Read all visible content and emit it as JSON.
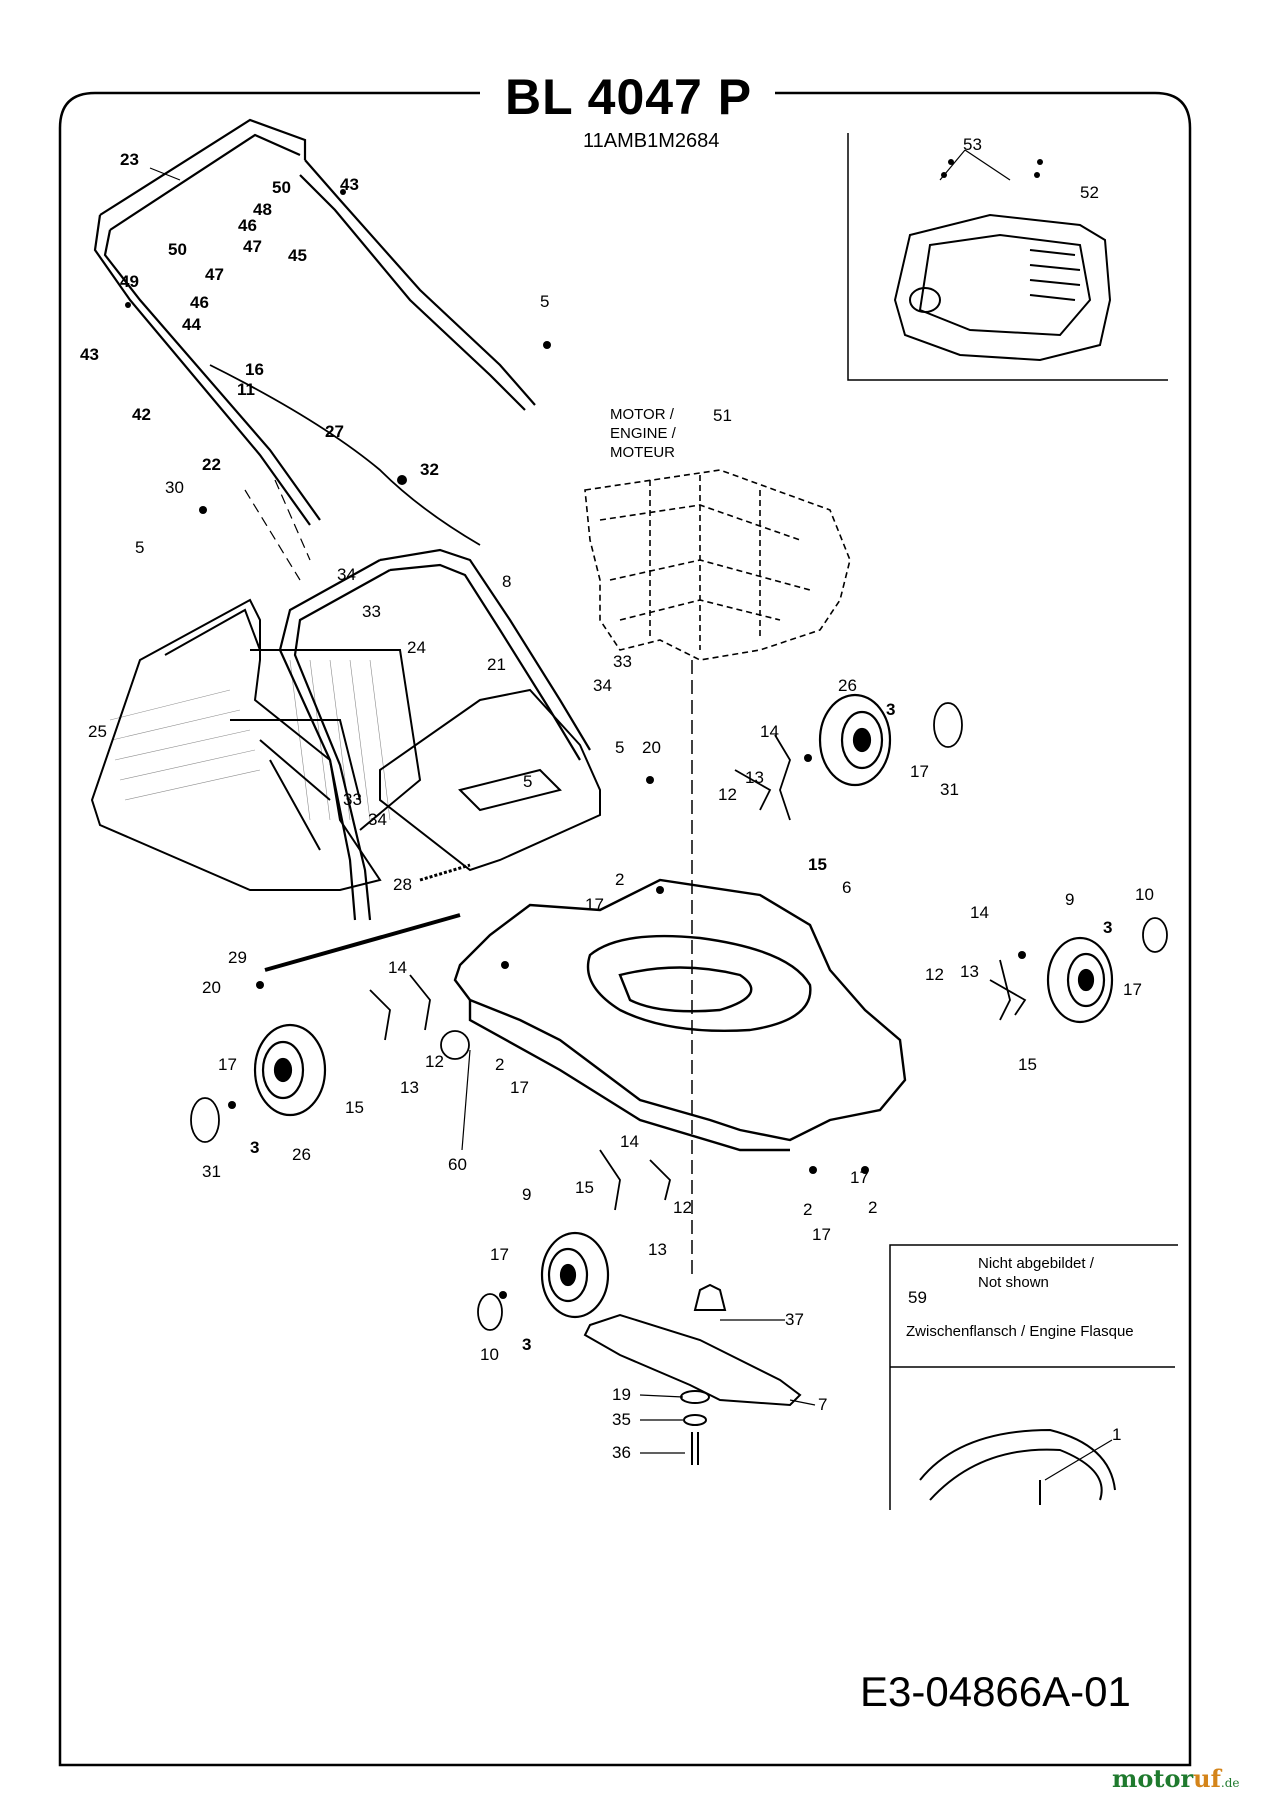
{
  "title": "BL 4047 P",
  "model_code": "11AMB1M2684",
  "document_id": "E3-04866A-01",
  "engine_label_lines": [
    "MOTOR /",
    "ENGINE /",
    "MOTEUR"
  ],
  "not_shown_box": {
    "header_lines": [
      "Nicht abgebildet /",
      "Not shown"
    ],
    "part_number": "59",
    "description": "Zwischenflansch / Engine Flasque"
  },
  "watermark": {
    "prefix": "motor",
    "highlight": "uf",
    "suffix": ".de"
  },
  "callouts": {
    "c23": "23",
    "c43a": "43",
    "c50a": "50",
    "c48": "48",
    "c46a": "46",
    "c47a": "47",
    "c45": "45",
    "c50b": "50",
    "c49": "49",
    "c47b": "47",
    "c46b": "46",
    "c44": "44",
    "c43b": "43",
    "c5a": "5",
    "c16": "16",
    "c11": "11",
    "c42": "42",
    "c27": "27",
    "c22": "22",
    "c30": "30",
    "c32": "32",
    "c5b": "5",
    "c53": "53",
    "c52": "52",
    "c51": "51",
    "c34a": "34",
    "c8": "8",
    "c33a": "33",
    "c24": "24",
    "c21": "21",
    "c33b": "33",
    "c34b": "34",
    "c25": "25",
    "c26a": "26",
    "c3a": "3",
    "c17a": "17",
    "c31a": "31",
    "c14a": "14",
    "c5c": "5",
    "c20a": "20",
    "c13a": "13",
    "c12a": "12",
    "c15a": "15",
    "c5d": "5",
    "c33c": "33",
    "c34c": "34",
    "c28": "28",
    "c2a": "2",
    "c17b": "17",
    "c6": "6",
    "c10a": "10",
    "c9a": "9",
    "c14b": "14",
    "c3b": "3",
    "c17c": "17",
    "c12b": "12",
    "c13b": "13",
    "c15b": "15",
    "c29": "29",
    "c20b": "20",
    "c14c": "14",
    "c12c": "12",
    "c13c": "13",
    "c15c": "15",
    "c2b": "2",
    "c17d": "17",
    "c17e": "17",
    "c3c": "3",
    "c31b": "31",
    "c26b": "26",
    "c60": "60",
    "c9b": "9",
    "c14d": "14",
    "c15d": "15",
    "c12d": "12",
    "c13d": "13",
    "c17f": "17",
    "c2c": "2",
    "c2d": "2",
    "c17g": "17",
    "c17h": "17",
    "c3d": "3",
    "c10b": "10",
    "c37": "37",
    "c19": "19",
    "c35": "35",
    "c7": "7",
    "c36": "36",
    "c1": "1"
  }
}
